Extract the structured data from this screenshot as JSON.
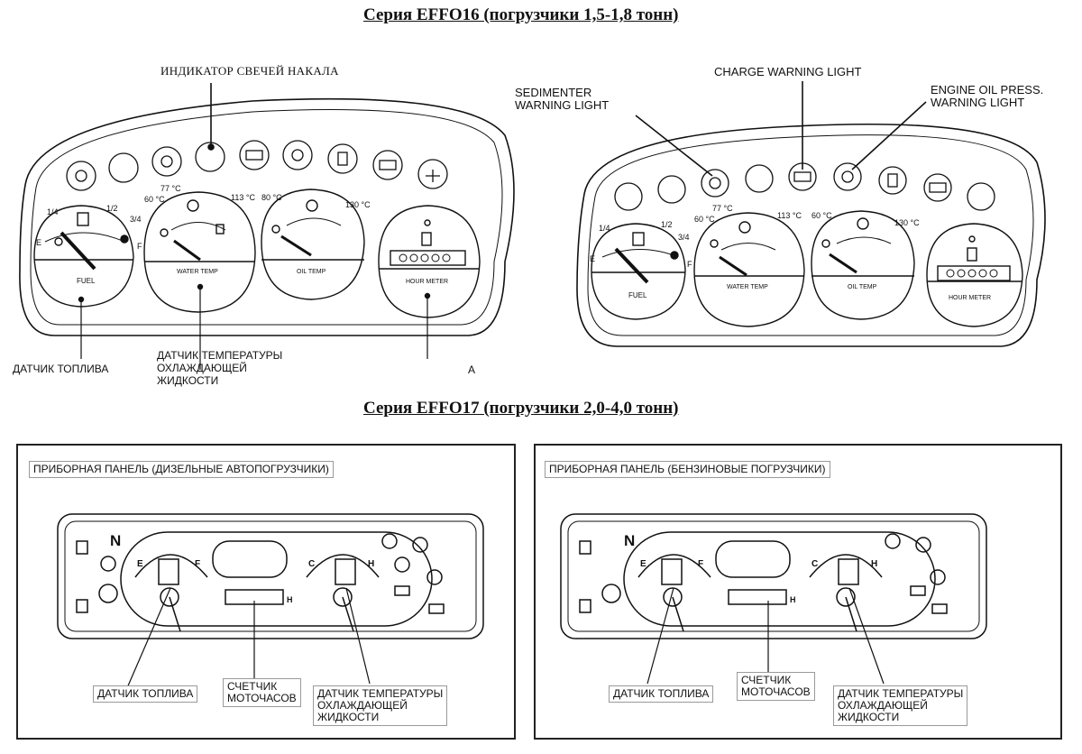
{
  "titles": {
    "effo16": "Серия EFFO16 (погрузчики 1,5-1,8 тонн)",
    "effo17": "Серия EFFO17 (погрузчики 2,0-4,0 тонн)"
  },
  "left_panel": {
    "glow_indicator": "ИНДИКАТОР СВЕЧЕЙ НАКАЛА",
    "fuel_gauge": "ДАТЧИК ТОПЛИВА",
    "coolant_gauge": "ДАТЧИК ТЕМПЕРАТУРЫ\nОХЛАЖДАЮЩЕЙ\nЖИДКОСТИ",
    "marker_a": "A",
    "dial_fuel": "FUEL",
    "dial_water": "WATER TEMP",
    "dial_oil": "OIL TEMP",
    "dial_hour": "HOUR METER",
    "fuel_scale": {
      "e": "E",
      "q1": "1/4",
      "q2": "1/2",
      "q3": "3/4",
      "f": "F"
    },
    "water_scale": {
      "t60": "60 °C",
      "t77": "77 °C",
      "t113": "113 °C"
    },
    "oil_scale": {
      "t80": "80 °C",
      "t130": "130 °C"
    }
  },
  "right_panel": {
    "sedimenter": "SEDIMENTER\nWARNING LIGHT",
    "charge": "CHARGE WARNING LIGHT",
    "oil_press": "ENGINE OIL PRESS.\nWARNING LIGHT",
    "dial_fuel": "FUEL",
    "dial_water": "WATER TEMP",
    "dial_oil": "OIL TEMP",
    "dial_hour": "HOUR METER",
    "fuel_scale": {
      "e": "E",
      "q1": "1/4",
      "q2": "1/2",
      "q3": "3/4",
      "f": "F"
    },
    "water_scale": {
      "t60": "60 °C",
      "t77": "77 °C",
      "t113": "113 °C"
    },
    "oil_scale": {
      "t80": "60 °C",
      "t130": "130 °C"
    }
  },
  "diesel_panel": {
    "header": "ПРИБОРНАЯ ПАНЕЛЬ (ДИЗЕЛЬНЫЕ АВТОПОГРУЗЧИКИ)",
    "fuel_gauge": "ДАТЧИК ТОПЛИВА",
    "hour_meter": "СЧЕТЧИК\nМОТОЧАСОВ",
    "coolant_gauge": "ДАТЧИК ТЕМПЕРАТУРЫ\nОХЛАЖДАЮЩЕЙ\nЖИДКОСТИ",
    "neutral": "N",
    "gauge_e": "E",
    "gauge_f": "F",
    "gauge_c": "C",
    "gauge_h": "H",
    "hour_unit": "H"
  },
  "gasoline_panel": {
    "header": "ПРИБОРНАЯ ПАНЕЛЬ (БЕНЗИНОВЫЕ ПОГРУЗЧИКИ)",
    "fuel_gauge": "ДАТЧИК ТОПЛИВА",
    "hour_meter": "СЧЕТЧИК\nМОТОЧАСОВ",
    "coolant_gauge": "ДАТЧИК ТЕМПЕРАТУРЫ\nОХЛАЖДАЮЩЕЙ\nЖИДКОСТИ",
    "neutral": "N",
    "gauge_e": "E",
    "gauge_f": "F",
    "gauge_c": "C",
    "gauge_h": "H",
    "hour_unit": "H"
  },
  "colors": {
    "ink": "#111111",
    "box_border": "#9a9a9a"
  }
}
